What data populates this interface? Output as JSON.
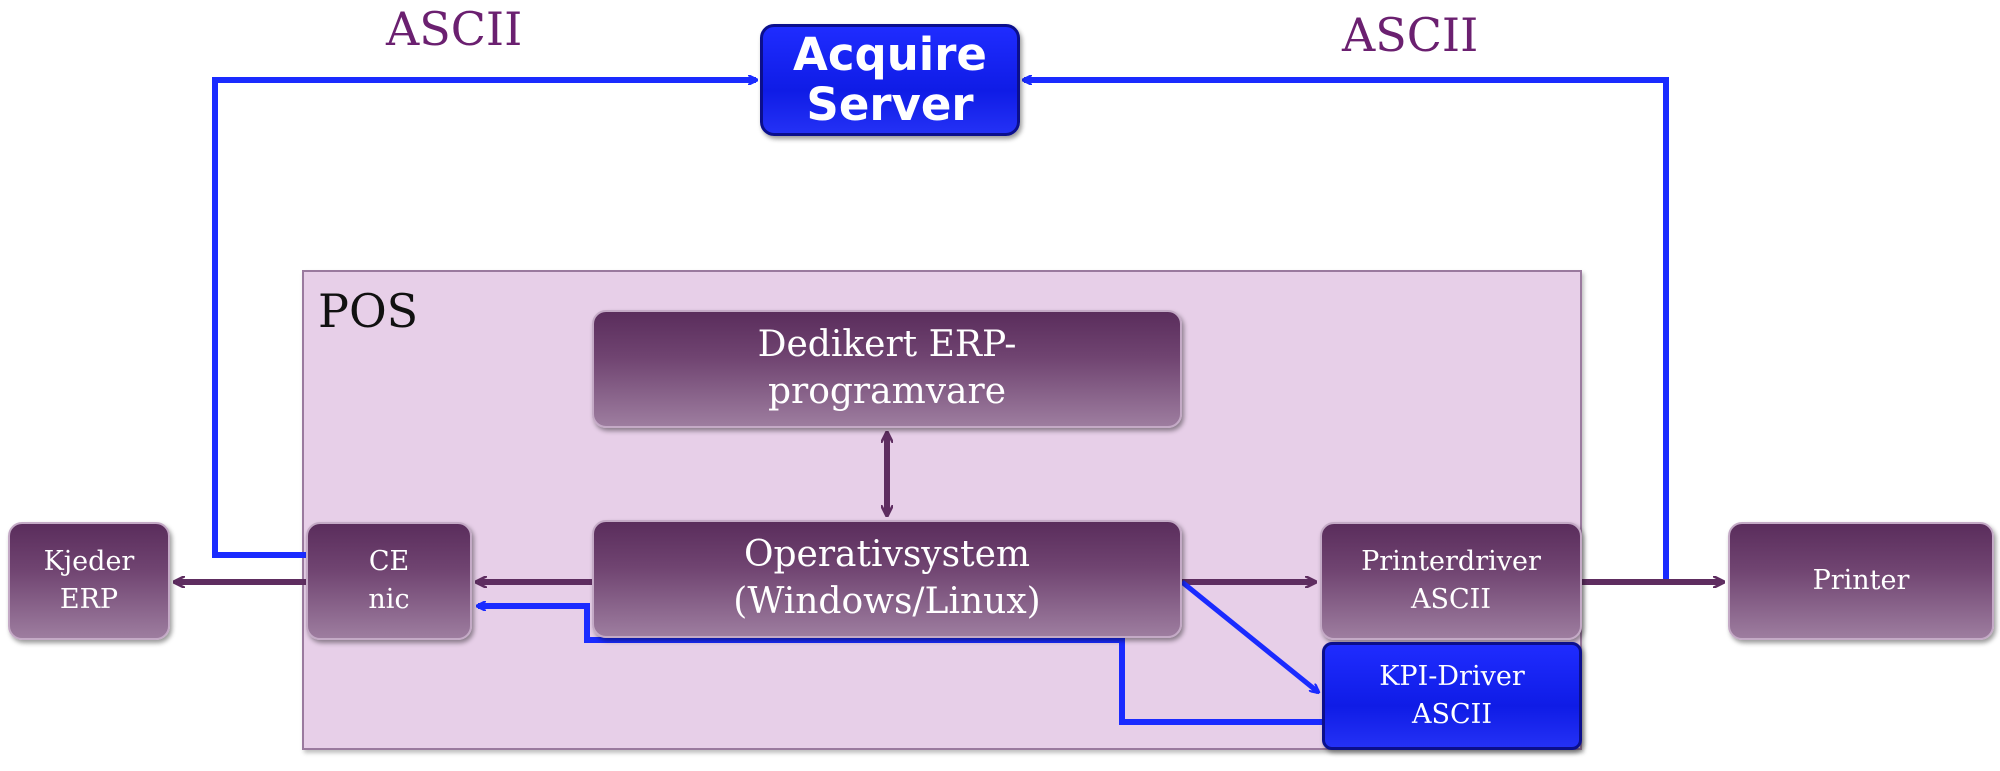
{
  "diagram": {
    "labels": {
      "ascii_left": "ASCII",
      "ascii_right": "ASCII",
      "pos": "POS"
    },
    "nodes": {
      "acquire_server": [
        "Acquire",
        "Server"
      ],
      "erp_software": [
        "Dedikert ERP-",
        "programvare"
      ],
      "operating_system": [
        "Operativsystem",
        "(Windows/Linux)"
      ],
      "ce_nic": [
        "CE",
        "nic"
      ],
      "kjeder_erp": [
        "Kjeder",
        "ERP"
      ],
      "printer_driver": [
        "Printerdriver",
        "ASCII"
      ],
      "kpi_driver": [
        "KPI-Driver",
        "ASCII"
      ],
      "printer": [
        "Printer"
      ]
    },
    "colors": {
      "purple_box": "#704471",
      "blue_box": "#0f1ce6",
      "blue_line": "#1a2bff",
      "purple_line": "#5e2d60",
      "pos_background": "#e7cfe8",
      "label_text": "#6b2070"
    }
  }
}
